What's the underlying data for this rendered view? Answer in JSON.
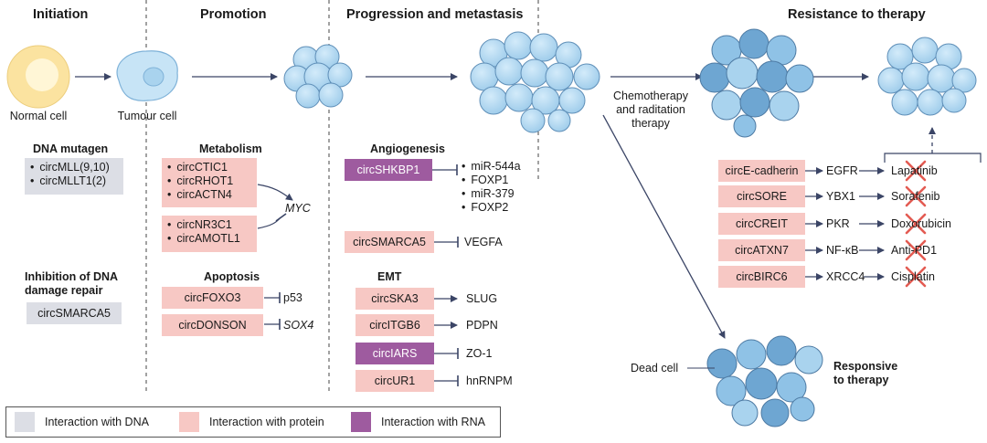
{
  "headers": {
    "initiation": "Initiation",
    "promotion": "Promotion",
    "progression": "Progression and metastasis",
    "resistance": "Resistance to therapy"
  },
  "cell_labels": {
    "normal": "Normal cell",
    "tumour": "Tumour cell",
    "chemo": "Chemotherapy\nand raditation\ntherapy",
    "dead": "Dead cell",
    "responsive": "Responsive\nto therapy"
  },
  "initiation": {
    "dna_mutagen": {
      "title": "DNA mutagen",
      "items": [
        "circMLL(9,10)",
        "circMLLT1(2)"
      ]
    },
    "dna_repair": {
      "title": "Inhibition of DNA\ndamage repair",
      "item": "circSMARCA5"
    }
  },
  "promotion": {
    "metabolism": {
      "title": "Metabolism",
      "group1": [
        "circCTIC1",
        "circRHOT1",
        "circACTN4"
      ],
      "group2": [
        "circNR3C1",
        "circAMOTL1"
      ],
      "target": "MYC"
    },
    "apoptosis": {
      "title": "Apoptosis",
      "rows": [
        {
          "circ": "circFOXO3",
          "target": "p53"
        },
        {
          "circ": "circDONSON",
          "target": "SOX4"
        }
      ]
    }
  },
  "progression": {
    "angiogenesis": {
      "title": "Angiogenesis",
      "circ1": "circSHKBP1",
      "targets1": [
        "miR-544a",
        "FOXP1",
        "miR-379",
        "FOXP2"
      ],
      "circ2": "circSMARCA5",
      "target2": "VEGFA"
    },
    "emt": {
      "title": "EMT",
      "rows": [
        {
          "circ": "circSKA3",
          "target": "SLUG"
        },
        {
          "circ": "circITGB6",
          "target": "PDPN"
        },
        {
          "circ": "circIARS",
          "target": "ZO-1"
        },
        {
          "circ": "circUR1",
          "target": "hnRNPM"
        }
      ]
    }
  },
  "resistance": {
    "rows": [
      {
        "circ": "circE-cadherin",
        "protein": "EGFR",
        "drug": "Lapatinib"
      },
      {
        "circ": "circSORE",
        "protein": "YBX1",
        "drug": "Sorafenib"
      },
      {
        "circ": "circCREIT",
        "protein": "PKR",
        "drug": "Doxorubicin"
      },
      {
        "circ": "circATXN7",
        "protein": "NF-κB",
        "drug": "Anti-PD1"
      },
      {
        "circ": "circBIRC6",
        "protein": "XRCC4",
        "drug": "Cisplatin"
      }
    ]
  },
  "legend": [
    {
      "label": "Interaction with DNA",
      "color": "#dcdee5"
    },
    {
      "label": "Interaction with protein",
      "color": "#f7c8c4"
    },
    {
      "label": "Interaction with RNA",
      "color": "#9e5b9f"
    }
  ],
  "colors": {
    "cell_blue": "#a9d3ee",
    "cell_blue_dark": "#5f8fb8",
    "normal_cell": "#fbe7a1",
    "arrow": "#3b4566",
    "cross": "#e35b52"
  }
}
